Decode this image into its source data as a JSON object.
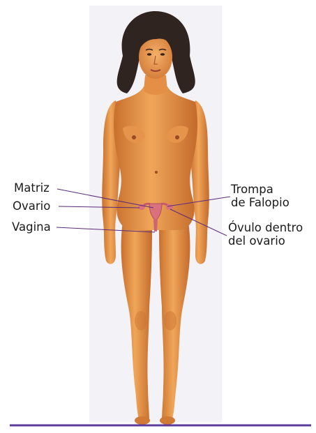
{
  "labels": {
    "matriz": "Matriz",
    "ovario": "Ovario",
    "vagina": "Vagina",
    "trompa": [
      "Trompa",
      "de Falopio"
    ],
    "ovulo": [
      "Óvulo dentro",
      "del ovario"
    ]
  },
  "colors": {
    "skin": "#e08a3a",
    "skin_light": "#f0a659",
    "skin_shadow": "#b9642a",
    "hair": "#2f2420",
    "organs": "#d9707e",
    "leader_line": "#5a2a7a",
    "baseline": "#5b3c9c",
    "paper_strip": "#f2f1f6"
  }
}
